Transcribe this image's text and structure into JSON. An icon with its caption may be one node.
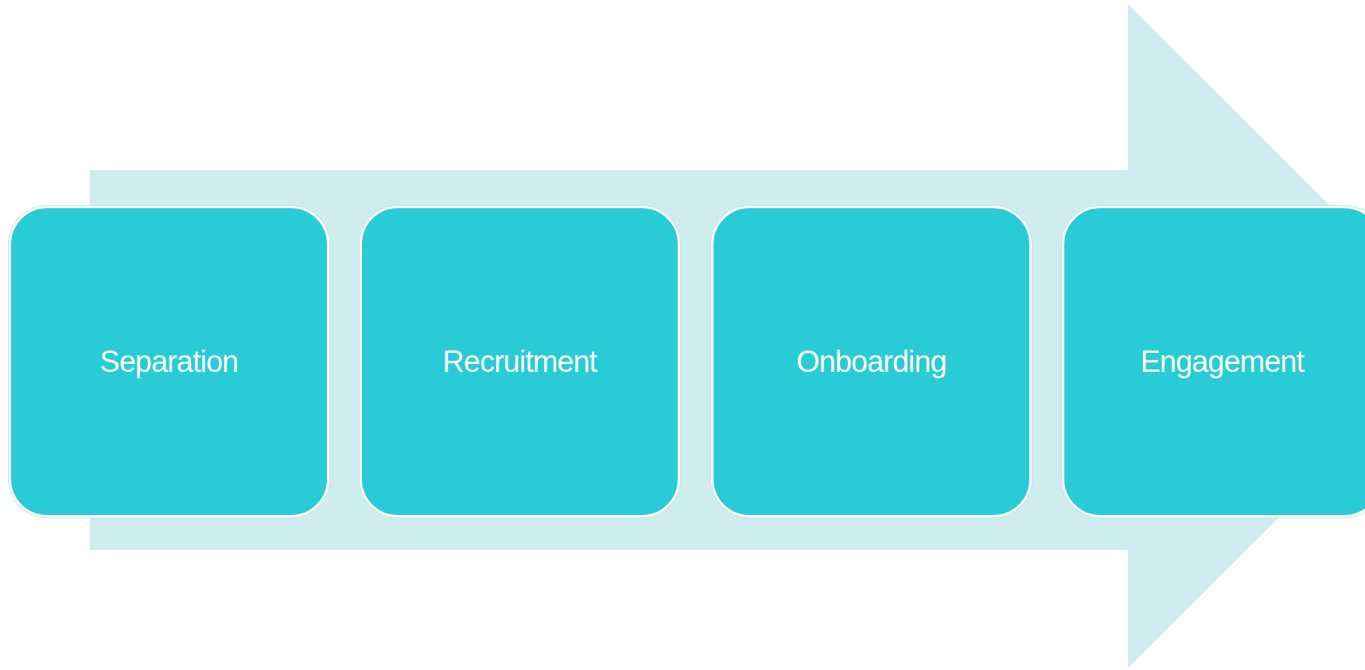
{
  "diagram": {
    "nodes": [
      {
        "text": [
          "Separation"
        ]
      },
      {
        "text": [
          "Recruitment"
        ]
      },
      {
        "text": [
          "Onboarding"
        ]
      },
      {
        "text": [
          "Engagement"
        ]
      }
    ]
  }
}
